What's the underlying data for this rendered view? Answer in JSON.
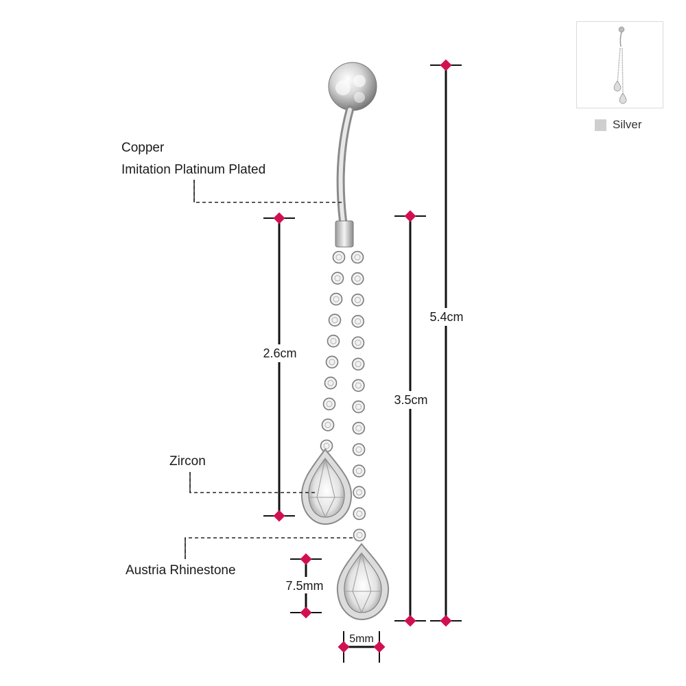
{
  "labels": {
    "material_line1": "Copper",
    "material_line2": "Imitation Platinum Plated",
    "zircon": "Zircon",
    "rhinestone": "Austria Rhinestone"
  },
  "dimensions": {
    "short_drop": "2.6cm",
    "long_drop": "3.5cm",
    "total_length": "5.4cm",
    "drop_height": "7.5mm",
    "drop_width": "5mm"
  },
  "variant": {
    "color_name": "Silver",
    "swatch_color": "#cfcfcf"
  },
  "colors": {
    "marker": "#d1114f",
    "line": "#111111",
    "leader": "#222222",
    "metal": "#c8c8c8"
  }
}
